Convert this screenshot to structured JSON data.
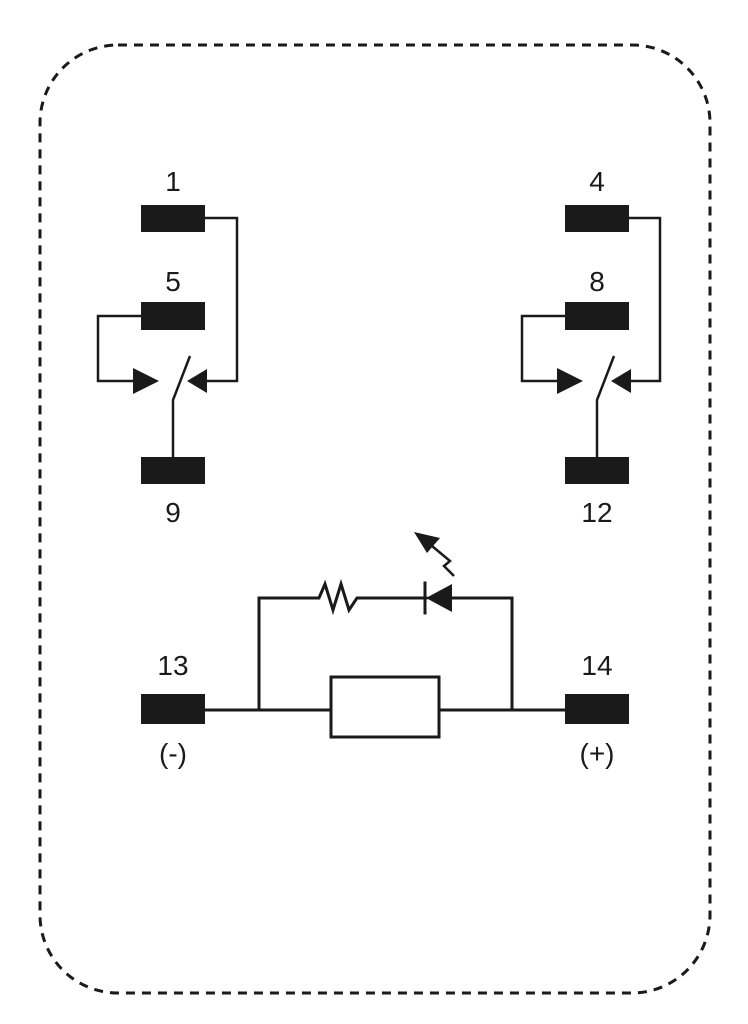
{
  "terminals": {
    "t1": "1",
    "t4": "4",
    "t5": "5",
    "t8": "8",
    "t9": "9",
    "t12": "12",
    "t13": "13",
    "t14": "14"
  },
  "polarity": {
    "negative": "(-)",
    "positive": "(+)"
  },
  "colors": {
    "ink": "#1a1a1a",
    "background": "#ffffff"
  },
  "components": {
    "switches": [
      "contact-set-left",
      "contact-set-right"
    ],
    "coil": "relay-coil",
    "indicator": [
      "resistor",
      "led"
    ]
  }
}
